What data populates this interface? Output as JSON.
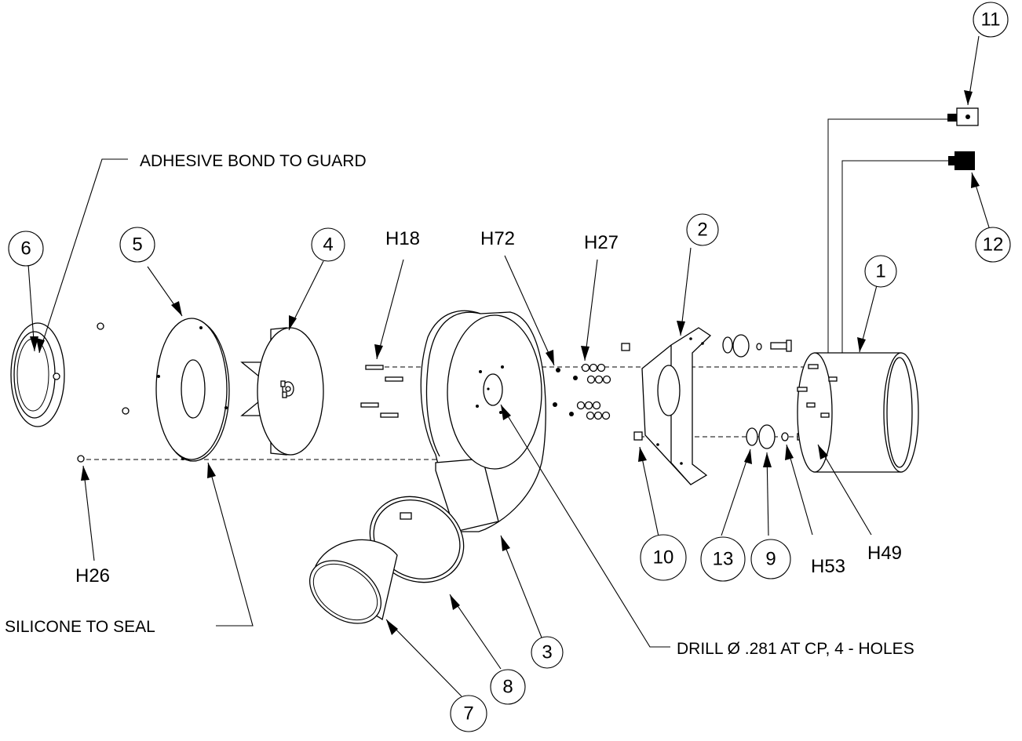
{
  "notes": {
    "adhesive": "ADHESIVE BOND TO GUARD",
    "silicone": "SILICONE TO SEAL",
    "drill": "DRILL Ø .281 AT CP, 4 - HOLES"
  },
  "balloons": {
    "b1": "1",
    "b2": "2",
    "b3": "3",
    "b4": "4",
    "b5": "5",
    "b6": "6",
    "b7": "7",
    "b8": "8",
    "b9": "9",
    "b10": "10",
    "b11": "11",
    "b12": "12",
    "b13": "13"
  },
  "hardware": {
    "h18": "H18",
    "h72": "H72",
    "h27": "H27",
    "h26": "H26",
    "h53": "H53",
    "h49": "H49"
  }
}
